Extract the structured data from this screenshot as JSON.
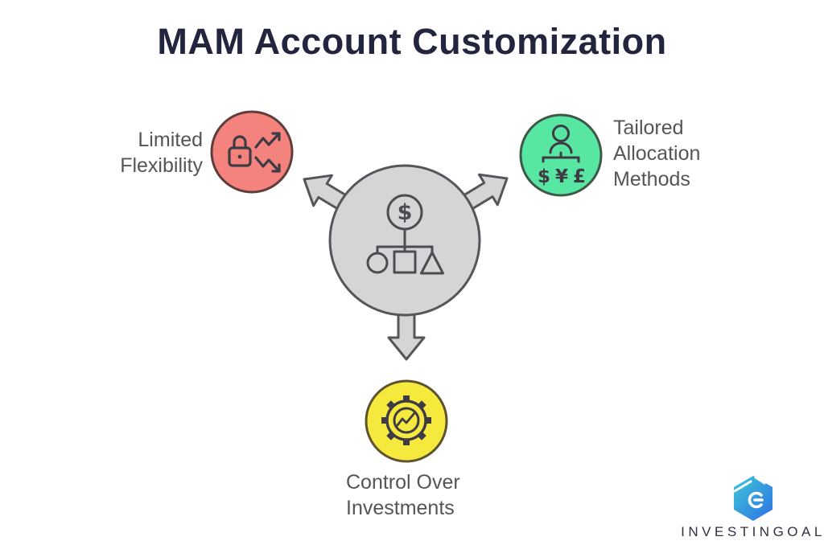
{
  "title": "MAM Account Customization",
  "center_node": {
    "icon": "dollar-hierarchy-icon",
    "symbol": "$",
    "fill": "#d4d5d7",
    "stroke": "#55565a"
  },
  "branches": [
    {
      "id": "left",
      "label": "Limited Flexibility",
      "lines": [
        "Limited",
        "Flexibility"
      ],
      "icon": "lock-trend-arrows-icon",
      "fill": "#f5837d",
      "stroke": "#5d3e3c"
    },
    {
      "id": "right",
      "label": "Tailored Allocation Methods",
      "lines": [
        "Tailored",
        "Allocation",
        "Methods"
      ],
      "icon": "person-currency-allocation-icon",
      "symbols": [
        "$",
        "¥",
        "£"
      ],
      "fill": "#57e7a2",
      "stroke": "#3e5747"
    },
    {
      "id": "bottom",
      "label": "Control Over Investments",
      "lines": [
        "Control Over",
        "Investments"
      ],
      "icon": "gear-growth-icon",
      "fill": "#f6e93e",
      "stroke": "#5c5431"
    }
  ],
  "colors": {
    "icon_stroke": "#3f3b45",
    "arrow_fill": "#d4d5d7",
    "arrow_stroke": "#55565a",
    "title_color": "#23253f",
    "label_color": "#545559",
    "logo_teal": "#3ec9d6",
    "logo_blue": "#2e6fe6"
  },
  "logo": {
    "brand": "INVESTINGOAL",
    "icon": "investingoal-hexagon-logo"
  }
}
